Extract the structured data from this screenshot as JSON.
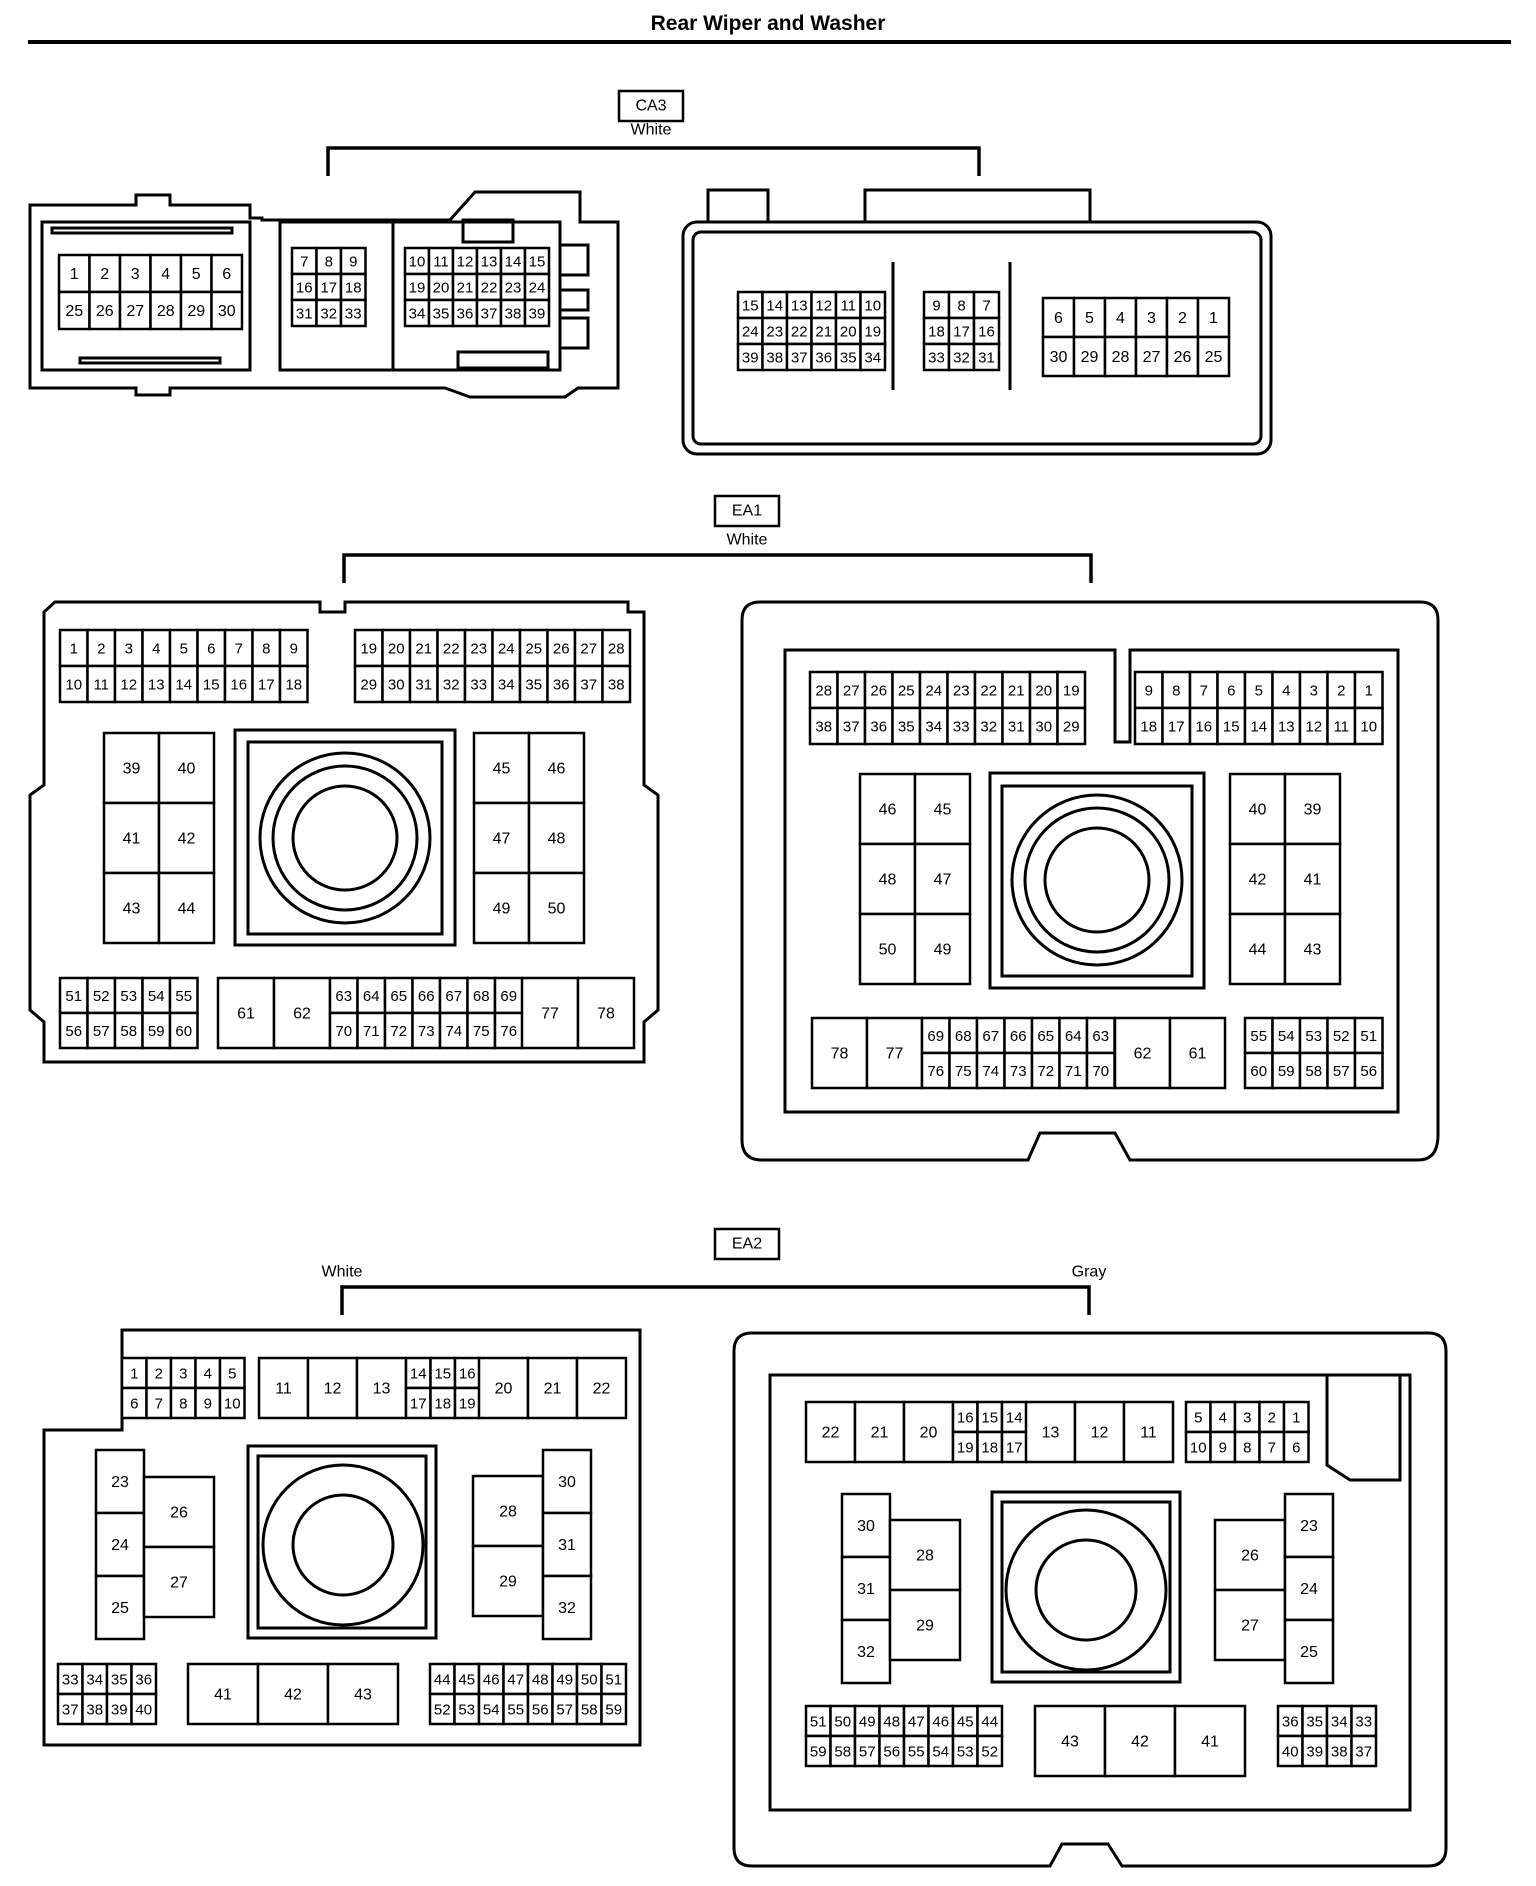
{
  "title": "Rear Wiper and Washer",
  "connectors": [
    {
      "id": "CA3",
      "left_label": "White",
      "right_label": ""
    },
    {
      "id": "EA1",
      "left_label": "White",
      "right_label": ""
    },
    {
      "id": "EA2",
      "left_label": "White",
      "right_label": "Gray"
    }
  ]
}
